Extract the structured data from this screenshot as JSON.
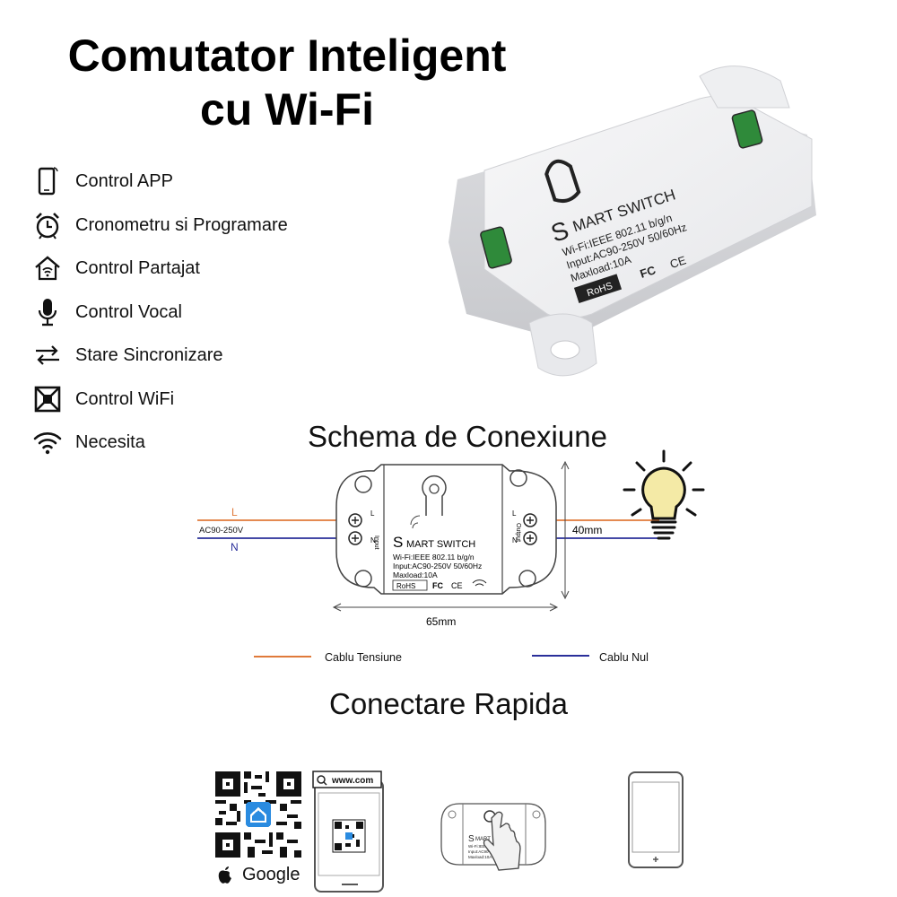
{
  "title": {
    "line1": "Comutator Inteligent",
    "line2": "cu Wi-Fi"
  },
  "features": [
    {
      "icon": "phone-icon",
      "label": "Control APP"
    },
    {
      "icon": "alarm-clock-icon",
      "label": "Cronometru si Programare"
    },
    {
      "icon": "home-wifi-icon",
      "label": "Control Partajat"
    },
    {
      "icon": "microphone-icon",
      "label": "Control Vocal"
    },
    {
      "icon": "sync-arrows-icon",
      "label": "Stare Sincronizare"
    },
    {
      "icon": "box-x-icon",
      "label": "Control WiFi"
    },
    {
      "icon": "wifi-icon",
      "label": "Necesita"
    }
  ],
  "device": {
    "brand_initial": "S",
    "brand_rest": "MART SWITCH",
    "spec1": "Wi-Fi:IEEE 802.11 b/g/n",
    "spec2": "Input:AC90-250V 50/60Hz",
    "spec3": "Maxload:10A",
    "rohs": "RoHS",
    "fc": "FC",
    "ce": "CE"
  },
  "schema": {
    "heading": "Schema de Conexiune",
    "label_L": "L",
    "label_N": "N",
    "voltage": "AC90-250V",
    "input_label": "Input",
    "output_label": "Output",
    "term_L": "L",
    "term_N": "N",
    "dim_height": "40mm",
    "dim_width": "65mm",
    "legend_live": "Cablu Tensiune",
    "legend_neutral": "Cablu Nul",
    "color_live": "#e07a3a",
    "color_neutral": "#2a2f9a"
  },
  "quick": {
    "heading": "Conectare Rapida",
    "url": "www.com",
    "google": "Google"
  }
}
